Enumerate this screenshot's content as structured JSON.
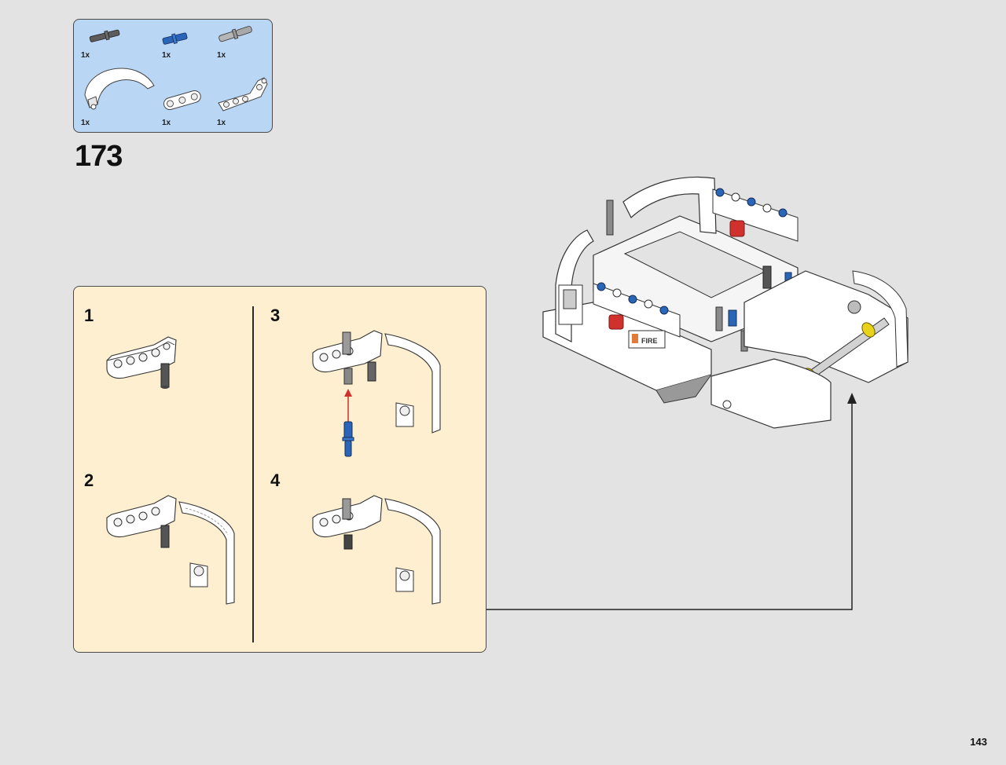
{
  "parts_list": {
    "items": [
      {
        "name": "dark-grey-axle-pin",
        "qty": "1x",
        "color": "#5c5c5c"
      },
      {
        "name": "blue-axle-pin",
        "qty": "1x",
        "color": "#2a65b8"
      },
      {
        "name": "grey-friction-pin",
        "qty": "1x",
        "color": "#9a9a9a"
      },
      {
        "name": "white-curved-panel",
        "qty": "1x",
        "color": "#ffffff"
      },
      {
        "name": "white-beam-3",
        "qty": "1x",
        "color": "#ffffff"
      },
      {
        "name": "white-angled-beam",
        "qty": "1x",
        "color": "#ffffff"
      }
    ]
  },
  "step": {
    "number": "173"
  },
  "substeps": [
    {
      "number": "1"
    },
    {
      "number": "2"
    },
    {
      "number": "3"
    },
    {
      "number": "4"
    }
  ],
  "assembly": {
    "decal_text": "FIRE"
  },
  "colors": {
    "parts_bg": "#b9d7f4",
    "substeps_bg": "#feefd0",
    "page_bg": "#e3e3e3",
    "arrow_red": "#d0312d",
    "pin_blue": "#2a65b8",
    "accent_yellow": "#e8d21a"
  },
  "page": {
    "number": "143"
  }
}
